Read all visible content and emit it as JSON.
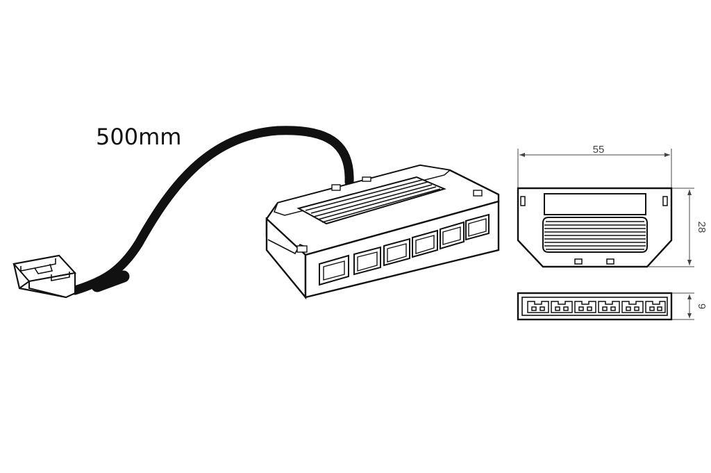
{
  "diagram": {
    "cable_length_label": "500mm",
    "dimensions": {
      "width": "55",
      "height": "28",
      "depth": "9"
    },
    "port_count": 6,
    "colors": {
      "line": "#111111",
      "cable": "#111111",
      "background": "#ffffff"
    }
  }
}
